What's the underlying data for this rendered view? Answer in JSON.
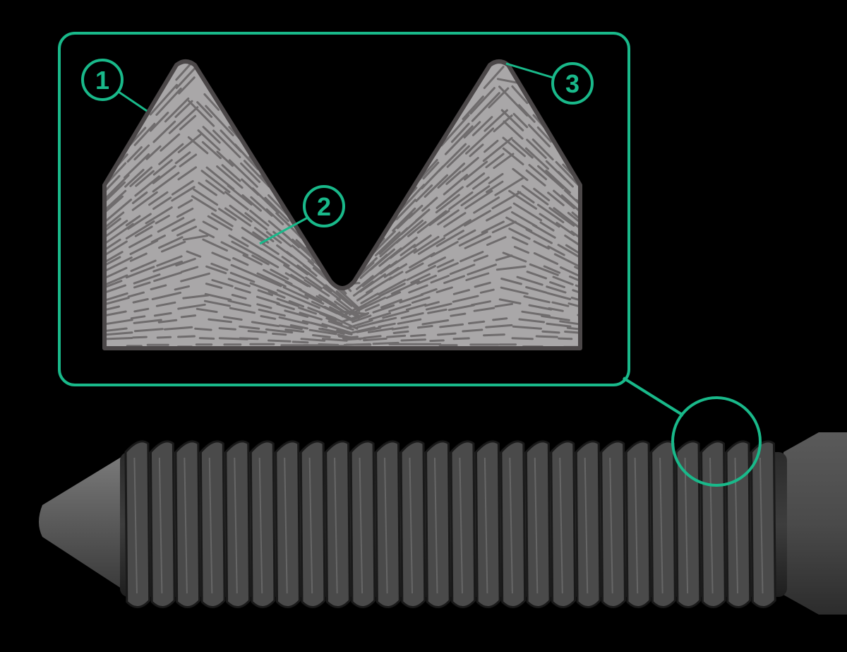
{
  "colors": {
    "background": "#000000",
    "accent": "#19b98a",
    "thread_fill": "#a9a7a8",
    "thread_outline": "#4b4748",
    "grain_lines": "#6f6c6d",
    "screw_body": "#3a3a3a"
  },
  "callouts": [
    {
      "id": "1",
      "label": "1",
      "target": "thread-flank"
    },
    {
      "id": "2",
      "label": "2",
      "target": "grain-flow"
    },
    {
      "id": "3",
      "label": "3",
      "target": "thread-crest"
    }
  ],
  "screw": {
    "thread_count": 26,
    "magnifier": "circle-on-thread"
  }
}
